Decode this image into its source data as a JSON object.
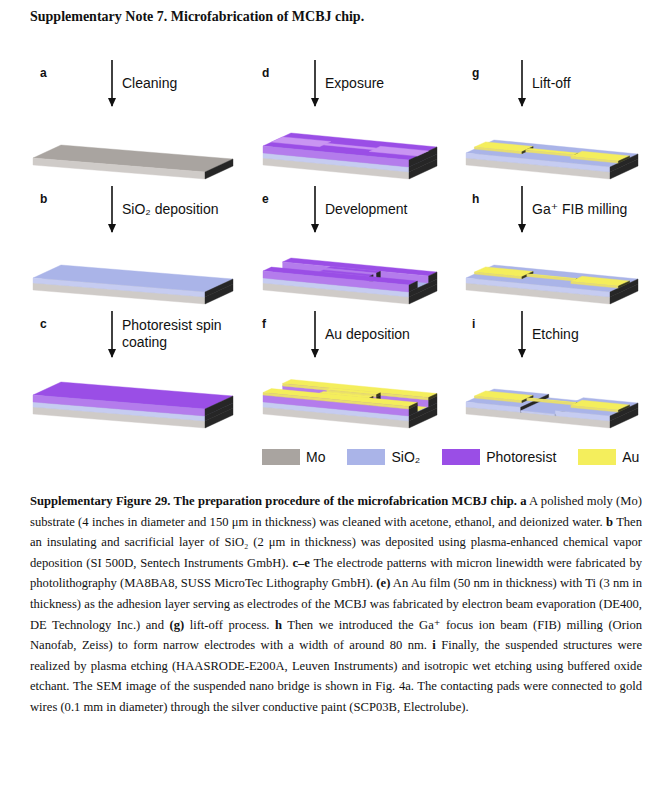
{
  "diagram": {
    "title": "Supplementary Note 7. Microfabrication of MCBJ chip.",
    "caption": "Supplementary Figure 29. The preparation procedure of the microfabrication MCBJ chip.",
    "labels": [
      "a",
      "Cleaning",
      "d",
      "Exposure",
      "g",
      "Lift-off",
      "b",
      "SiO₂ deposition",
      "e",
      "Development",
      "h",
      "Ga⁺ FIB milling",
      "c",
      "Photoresist spin coating",
      "f",
      "Au deposition",
      "i",
      "Etching",
      "a",
      "A polished moly (Mo) substrate (4 inches in diameter and 150 μm in thickness) was cleaned with acetone, ethanol, and deionized water.",
      "b",
      "Then an insulating and sacrificial layer of SiO₂ (2 μm in thickness) was deposited using plasma-enhanced chemical vapor deposition (SI 500D, Sentech Instruments GmbH).",
      "c–e",
      "The electrode patterns with micron linewidth were fabricated by photolithography (MA8BA8, SUSS MicroTec Lithography GmbH).",
      "(e)",
      "An Au film (50 nm in thickness) with Ti (3 nm in thickness) as the adhesion layer serving as electrodes of the MCBJ was fabricated by electron beam evaporation (DE400, DE Technology Inc.) and",
      "(g)",
      "lift-off process.",
      "h",
      "Then we introduced the Ga⁺ focus ion beam (FIB) milling (Orion Nanofab, Zeiss) to form narrow electrodes with a width of around 80 nm.",
      "i",
      "Finally, the suspended structures were realized by plasma etching (HAASRODE-E200A, Leuven Instruments) and isotropic wet etching using buffered oxide etchant. The SEM image of the suspended nano bridge is shown in Fig. 4a. The contacting pads were connected to gold wires (0.1 mm in diameter) through the silver conductive paint (SCP03B, Electrolube)."
    ],
    "legend": [
      {
        "text": "Mo",
        "color": "#a9a4a0"
      },
      {
        "text": "SiO₂",
        "color": "#aab4e8"
      },
      {
        "text": "Photoresist",
        "color": "#9a4ee6"
      },
      {
        "text": "Au",
        "color": "#f4ee5c"
      }
    ]
  }
}
